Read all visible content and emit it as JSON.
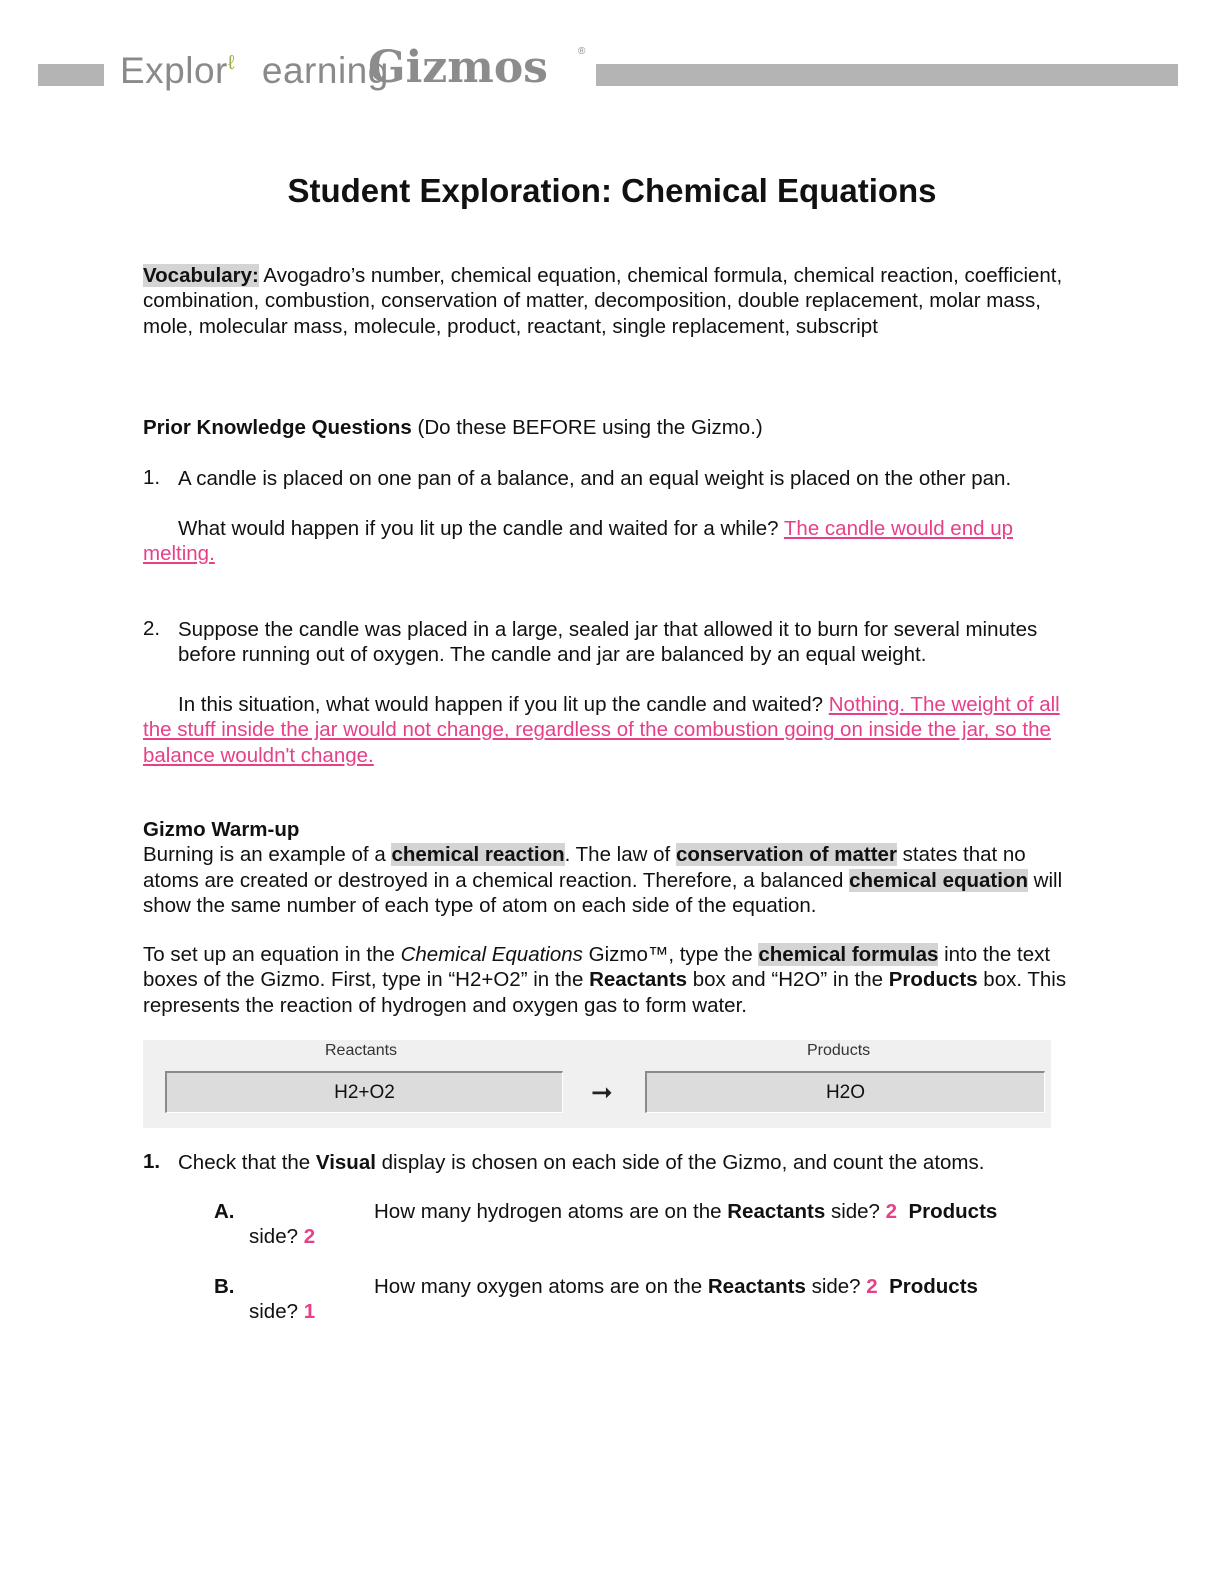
{
  "header": {
    "brand_left": "Explor",
    "brand_right": "earning",
    "brand_product": "Gizmos",
    "registered_mark": "®",
    "leaf_glyph": "ℓ"
  },
  "title": "Student Exploration: Chemical Equations",
  "vocabulary": {
    "label": "Vocabulary:",
    "text": "Avogadro’s number, chemical equation, chemical formula, chemical reaction, coefficient, combination, combustion, conservation of matter, decomposition, double replacement, molar mass, mole, molecular mass, molecule, product, reactant, single replacement, subscript"
  },
  "prior_knowledge": {
    "heading": "Prior Knowledge Questions",
    "note": "(Do these BEFORE using the Gizmo.)",
    "q1": {
      "number": "1.",
      "text": "A candle is placed on one pan of a balance, and an equal weight is placed on the other pan.",
      "prompt": "What would happen if you lit up the candle and waited for a while?",
      "answer": "The candle would end up melting."
    },
    "q2": {
      "number": "2.",
      "text": "Suppose the candle was placed in a large, sealed jar that allowed it to burn for several minutes before running out of oxygen. The candle and jar are balanced by an equal weight.",
      "prompt": "In this situation, what would happen if you lit up the candle and waited?",
      "answer": "Nothing. The weight of all the stuff inside the jar would not change, regardless of the combustion going on inside the jar, so the balance wouldn't change."
    }
  },
  "warmup": {
    "heading": "Gizmo Warm-up",
    "p1": {
      "t1": "Burning is an example of a ",
      "k1": "chemical reaction",
      "t2": ". The law of ",
      "k2": "conservation of matter",
      "t3": " states that no atoms are created or destroyed in a chemical reaction. Therefore, a balanced ",
      "k3": "chemical equation",
      "t4": " will show the same number of each type of atom on each side of the equation."
    },
    "p2": {
      "t1": "To set up an equation in the ",
      "i1": "Chemical Equations",
      "t2": " Gizmo™, type the ",
      "k1": "chemical formulas",
      "t3": " into the text boxes of the Gizmo. First, type in “H2+O2” in the ",
      "k2": "Reactants",
      "t4": " box and “H2O” in the ",
      "k3": "Products",
      "t5": " box. This represents the reaction of hydrogen and oxygen gas to form water."
    }
  },
  "gizmo": {
    "reactants_label": "Reactants",
    "products_label": "Products",
    "reactants_value": "H2+O2",
    "products_value": "H2O",
    "arrow": "➞"
  },
  "question1": {
    "number": "1.",
    "t1": "Check that the ",
    "k1": "Visual",
    "t2": " display is chosen on each side of the Gizmo, and count the atoms.",
    "a": {
      "letter": "A.",
      "t1": "How many hydrogen atoms are on the ",
      "k1": "Reactants",
      "t2": " side? ",
      "ans1": "2",
      "k2": "Products",
      "t3": "side? ",
      "ans2": "2"
    },
    "b": {
      "letter": "B.",
      "t1": "How many oxygen atoms are on the ",
      "k1": "Reactants",
      "t2": " side? ",
      "ans1": "2",
      "k2": "Products",
      "t3": "side? ",
      "ans2": "1"
    }
  }
}
